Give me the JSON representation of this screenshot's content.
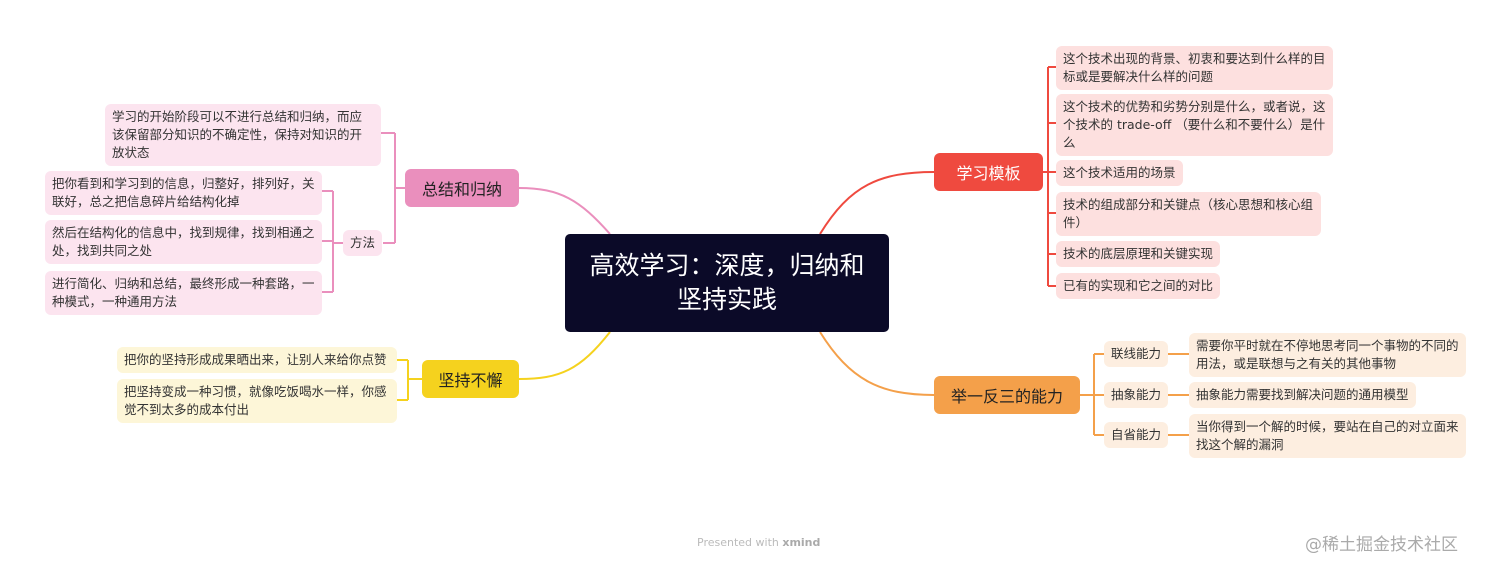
{
  "central": "高效学习：深度，归纳和坚持实践",
  "colors": {
    "central": "#0b0a28",
    "template": "#ef4a3f",
    "ability": "#f4a04a",
    "summary": "#ea8fbd",
    "persist": "#f5d21e"
  },
  "branches": {
    "template": {
      "label": "学习模板",
      "items": [
        "这个技术出现的背景、初衷和要达到什么样的目标或是要解决什么样的问题",
        "这个技术的优势和劣势分别是什么，或者说，这个技术的 trade-off （要什么和不要什么）是什么",
        "这个技术适用的场景",
        "技术的组成部分和关键点（核心思想和核心组件）",
        "技术的底层原理和关键实现",
        "已有的实现和它之间的对比"
      ]
    },
    "ability": {
      "label": "举一反三的能力",
      "items": [
        {
          "label": "联线能力",
          "detail": "需要你平时就在不停地思考同一个事物的不同的用法，或是联想与之有关的其他事物"
        },
        {
          "label": "抽象能力",
          "detail": "抽象能力需要找到解决问题的通用模型"
        },
        {
          "label": "自省能力",
          "detail": "当你得到一个解的时候，要站在自己的对立面来找这个解的漏洞"
        }
      ]
    },
    "summary": {
      "label": "总结和归纳",
      "intro": "学习的开始阶段可以不进行总结和归纳，而应该保留部分知识的不确定性，保持对知识的开放状态",
      "method": {
        "label": "方法",
        "items": [
          "把你看到和学习到的信息，归整好，排列好，关联好，总之把信息碎片给结构化掉",
          "然后在结构化的信息中，找到规律，找到相通之处，找到共同之处",
          "进行简化、归纳和总结，最终形成一种套路，一种模式，一种通用方法"
        ]
      }
    },
    "persist": {
      "label": "坚持不懈",
      "items": [
        "把你的坚持形成成果晒出来，让别人来给你点赞",
        "把坚持变成一种习惯，就像吃饭喝水一样，你感觉不到太多的成本付出"
      ]
    }
  },
  "footer": {
    "prefix": "Presented with ",
    "brand": "xmind"
  },
  "watermark": "@稀土掘金技术社区"
}
